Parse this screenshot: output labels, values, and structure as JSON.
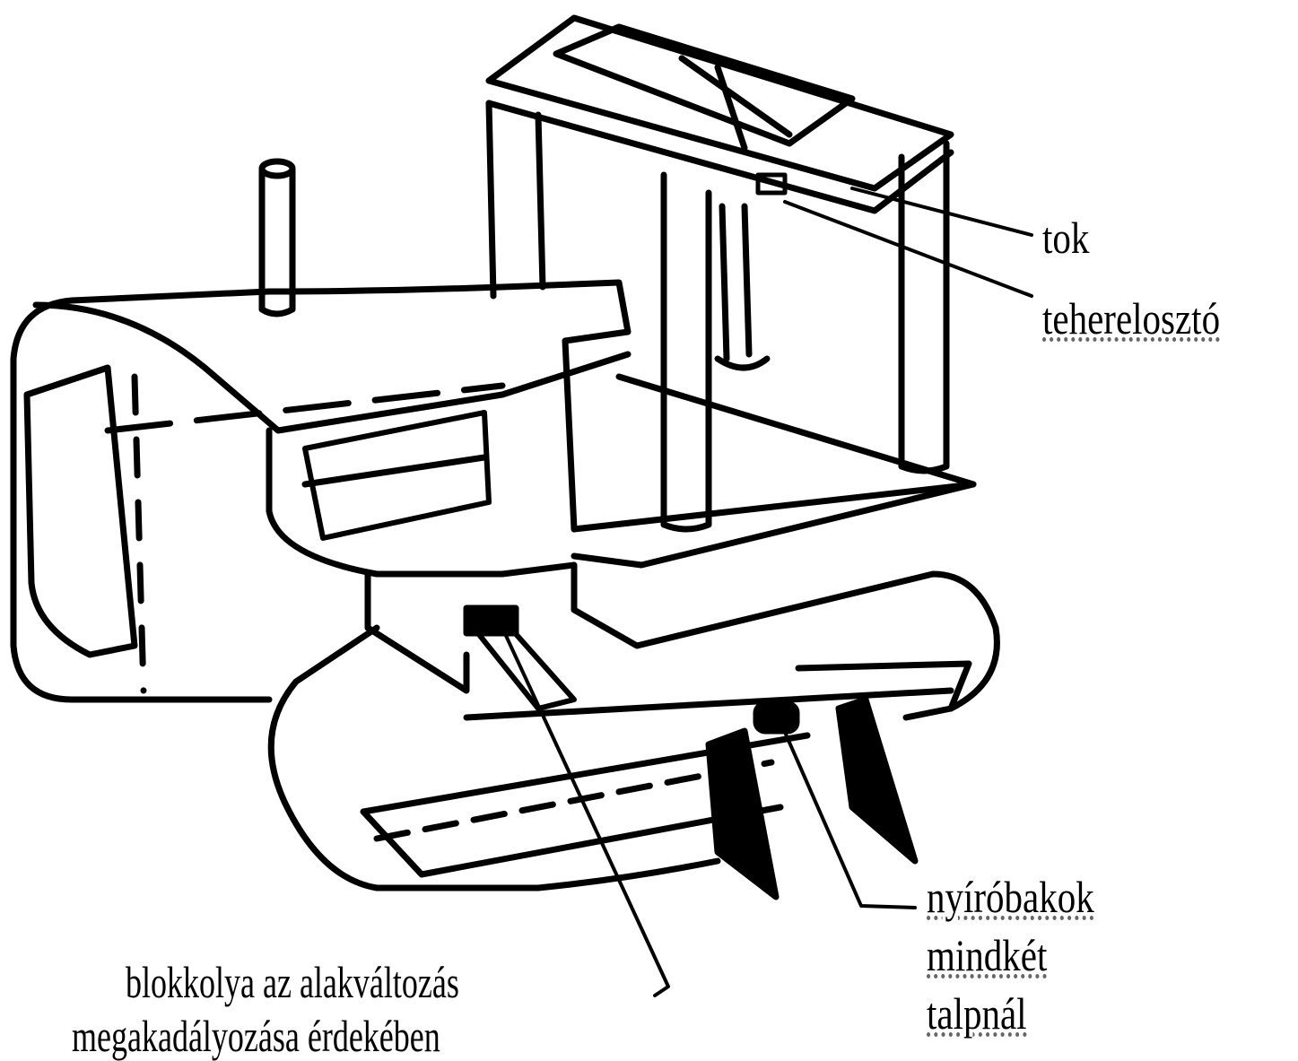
{
  "labels": {
    "tok": "tok",
    "load_distributor": "teherelosztó",
    "shear_brackets": [
      "nyíróbakok",
      "mindkét",
      "talpnál"
    ],
    "blocked": [
      "blokkolya az alakváltozás",
      "megakadályozása érdekében"
    ]
  },
  "colors": {
    "line": "#000000",
    "background": "#ffffff"
  }
}
